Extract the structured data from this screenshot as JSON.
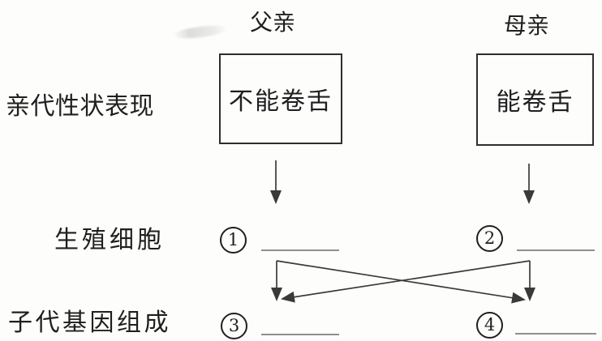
{
  "title_row": {
    "father": "父亲",
    "mother": "母亲"
  },
  "row_labels": {
    "parental_traits": "亲代性状表现",
    "reproductive_cells": "生殖细胞",
    "offspring_genotype": "子代基因组成"
  },
  "trait_boxes": {
    "father": "不能卷舌",
    "mother": "能卷舌"
  },
  "numbered_blanks": [
    {
      "marker": "1",
      "value": ""
    },
    {
      "marker": "2",
      "value": ""
    },
    {
      "marker": "3",
      "value": ""
    },
    {
      "marker": "4",
      "value": ""
    }
  ],
  "colors": {
    "ink": "#1f1f1f",
    "box_border": "#2e2e2e",
    "arrow": "#3a3a3a",
    "blank_line": "#8f8f8f",
    "background": "#fdfdfc"
  }
}
